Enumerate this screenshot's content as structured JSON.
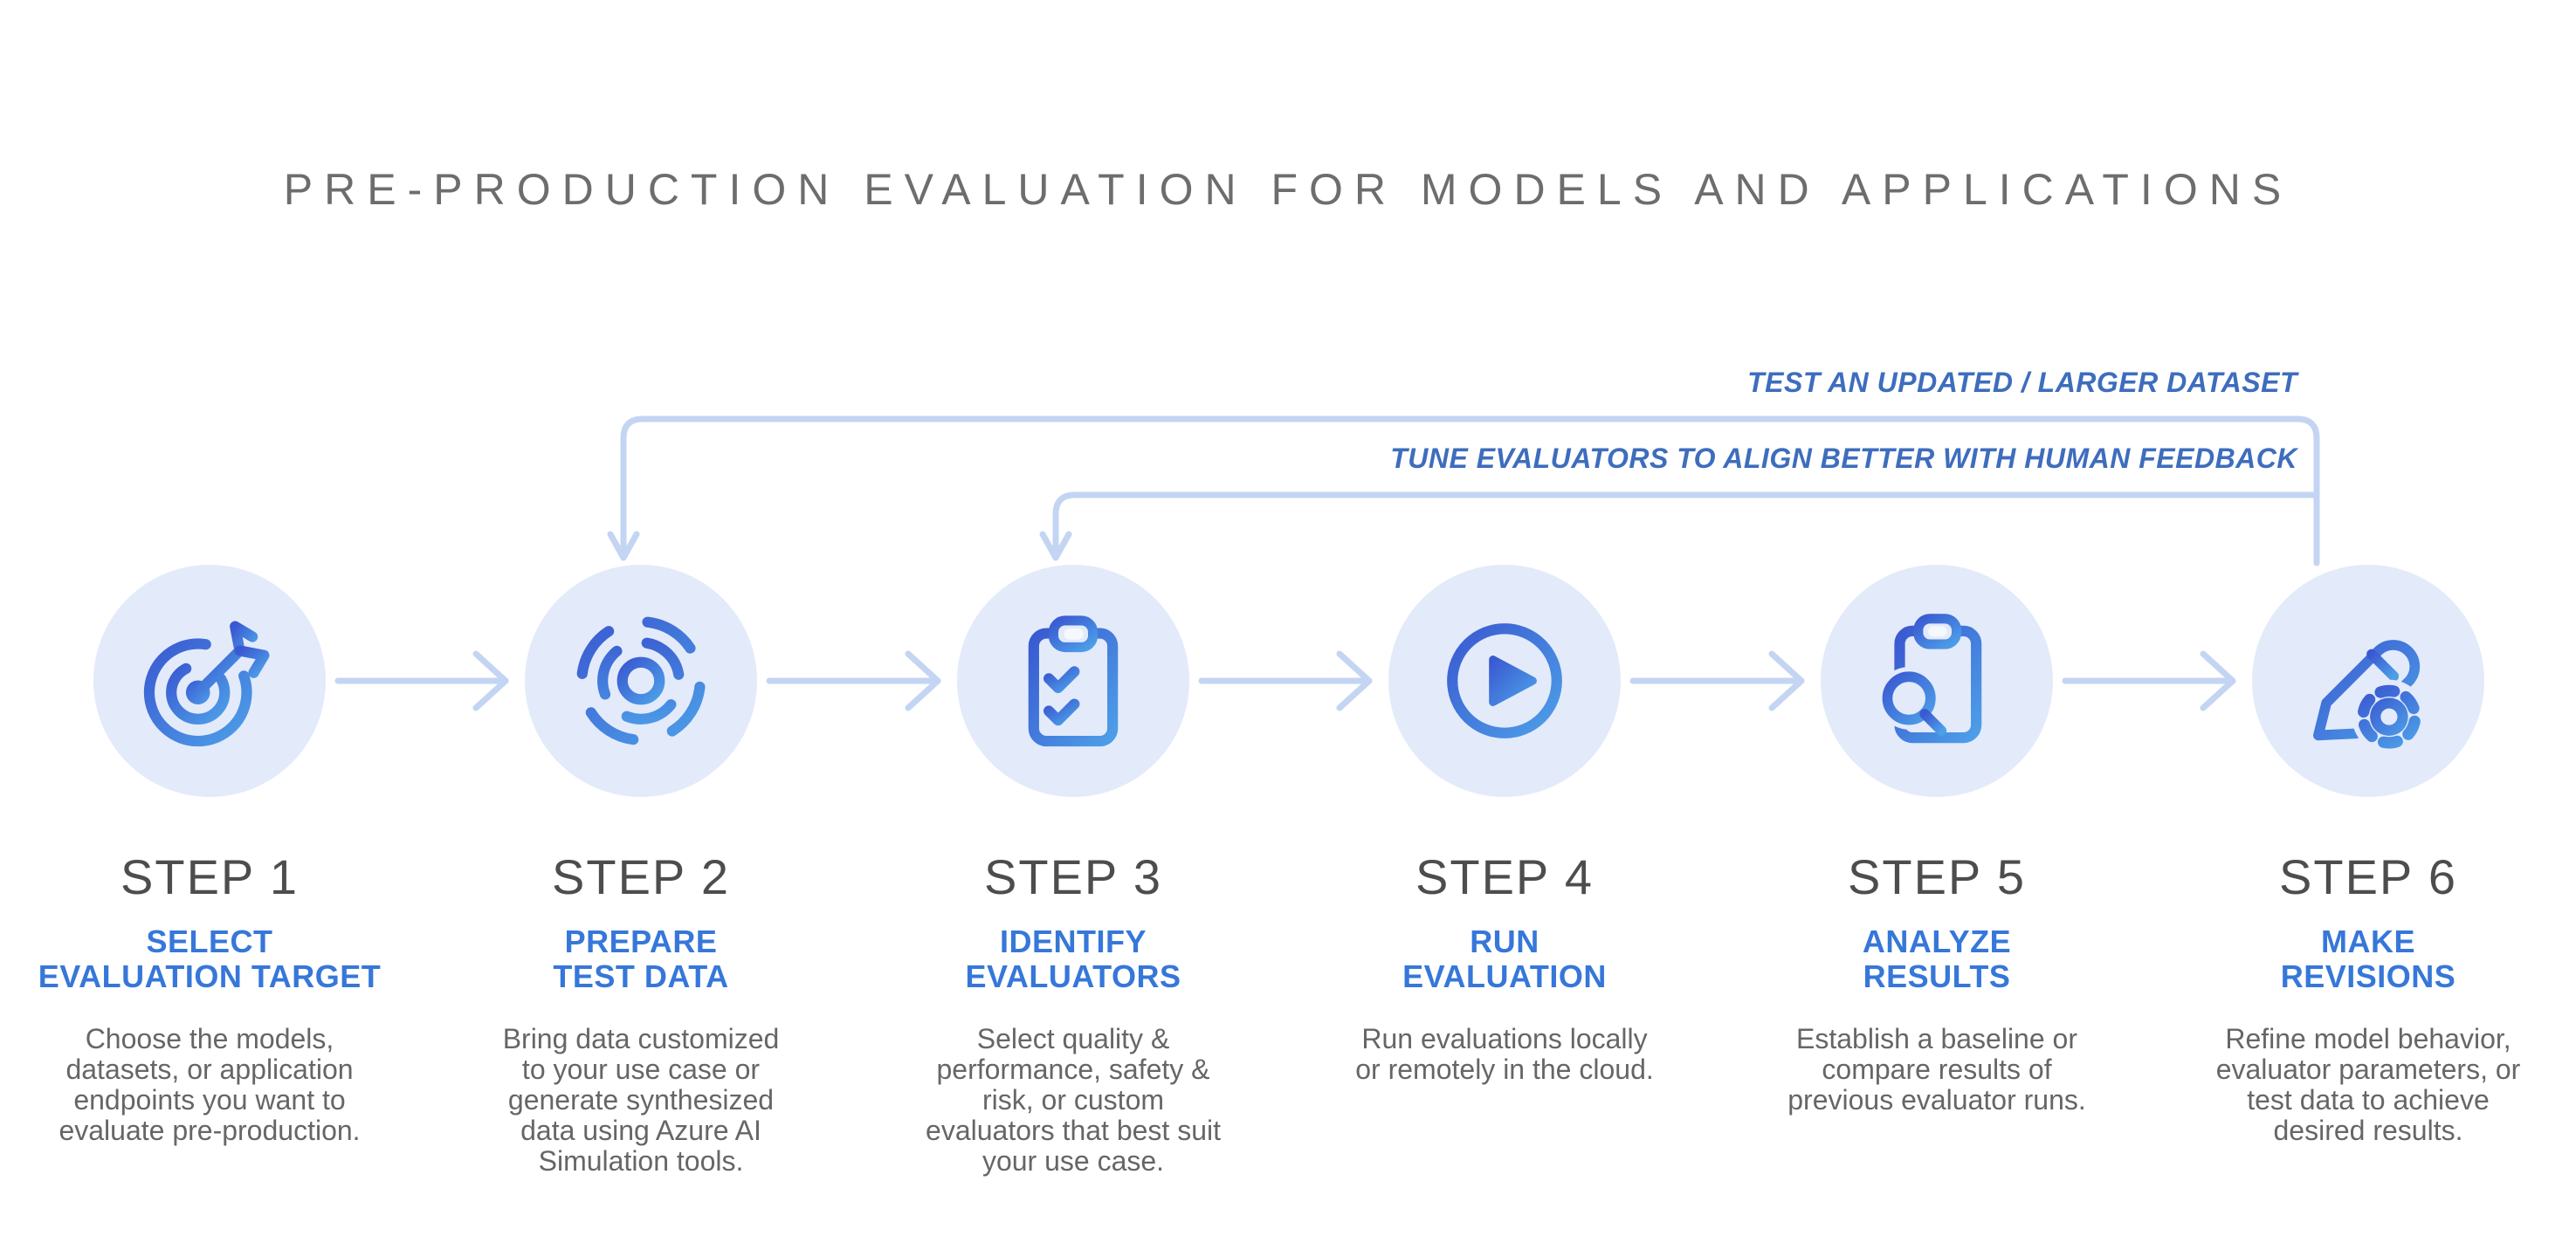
{
  "title": "PRE-PRODUCTION EVALUATION FOR MODELS AND APPLICATIONS",
  "loop_labels": {
    "dataset": "TEST AN UPDATED / LARGER DATASET",
    "feedback": "TUNE EVALUATORS TO ALIGN BETTER WITH HUMAN FEEDBACK"
  },
  "colors": {
    "accent_heading_blue": "#3677d9",
    "loop_label_blue": "#3e6dbd",
    "flow_line_blue": "#c3d5f2",
    "circle_background": "#e3eafa",
    "icon_gradient_start": "#3a59d1",
    "icon_gradient_end": "#4d9fe8",
    "step_label_gray": "#4d4d4d",
    "body_text_gray": "#666666",
    "title_gray": "#6d6d6d"
  },
  "steps": [
    {
      "label": "STEP 1",
      "icon": "target-arrow-icon",
      "heading_lines": [
        "SELECT",
        "EVALUATION TARGET"
      ],
      "desc_lines": [
        "Choose the models,",
        "datasets, or application",
        "endpoints you want to",
        "evaluate pre-production."
      ]
    },
    {
      "label": "STEP 2",
      "icon": "data-pulse-icon",
      "heading_lines": [
        "PREPARE",
        "TEST DATA"
      ],
      "desc_lines": [
        "Bring data customized",
        "to your use case or",
        "generate synthesized",
        "data using Azure AI",
        "Simulation tools."
      ]
    },
    {
      "label": "STEP 3",
      "icon": "clipboard-checklist-icon",
      "heading_lines": [
        "IDENTIFY",
        "EVALUATORS"
      ],
      "desc_lines": [
        "Select quality &",
        "performance, safety &",
        "risk, or custom",
        "evaluators that best suit",
        "your use case."
      ]
    },
    {
      "label": "STEP 4",
      "icon": "play-circle-icon",
      "heading_lines": [
        "RUN",
        "EVALUATION"
      ],
      "desc_lines": [
        "Run evaluations locally",
        "or remotely in the cloud.",
        "",
        "",
        ""
      ]
    },
    {
      "label": "STEP 5",
      "icon": "clipboard-search-icon",
      "heading_lines": [
        "ANALYZE",
        "RESULTS"
      ],
      "desc_lines": [
        "Establish a baseline or",
        "compare results of",
        "previous evaluator runs.",
        "",
        ""
      ]
    },
    {
      "label": "STEP 6",
      "icon": "edit-gear-icon",
      "heading_lines": [
        "MAKE",
        "REVISIONS"
      ],
      "desc_lines": [
        "Refine model behavior,",
        "evaluator parameters, or",
        "test data to achieve",
        "desired results."
      ]
    }
  ]
}
